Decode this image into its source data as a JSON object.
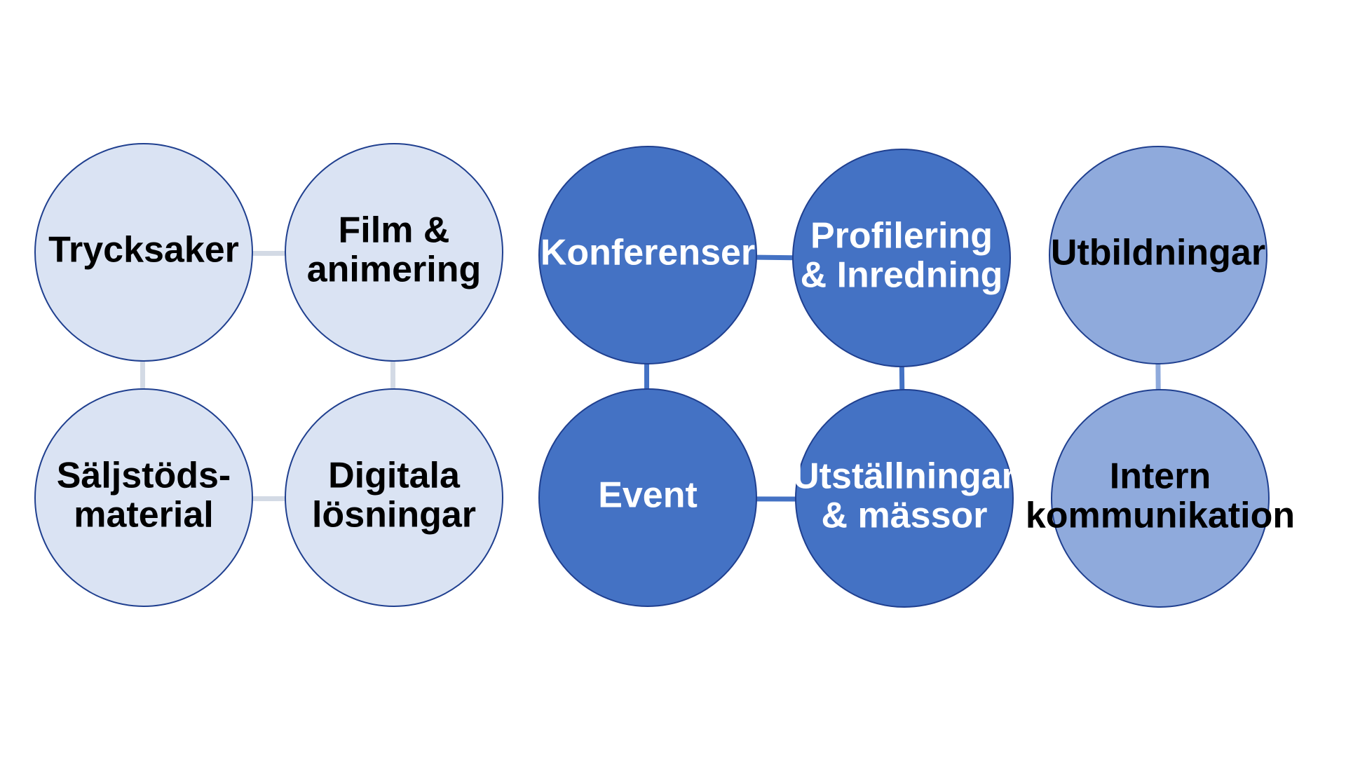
{
  "groups": [
    {
      "id": "group-print-media",
      "fill": "#DAE3F3",
      "text_color": "#000000",
      "connector_color": "#D3DAE5",
      "nodes": [
        {
          "id": "trycksaker",
          "lines": [
            "Trycksaker"
          ]
        },
        {
          "id": "film-animering",
          "lines": [
            "Film &",
            "animering"
          ]
        },
        {
          "id": "saljstodsmaterial",
          "lines": [
            "Säljstöds-",
            "material"
          ]
        },
        {
          "id": "digitala-losningar",
          "lines": [
            "Digitala",
            "lösningar"
          ]
        }
      ]
    },
    {
      "id": "group-events",
      "fill": "#4472C4",
      "text_color": "#FFFFFF",
      "connector_color": "#4472C4",
      "nodes": [
        {
          "id": "konferenser",
          "lines": [
            "Konferenser"
          ]
        },
        {
          "id": "profilering-inredning",
          "lines": [
            "Profilering",
            "& Inredning"
          ]
        },
        {
          "id": "event",
          "lines": [
            "Event"
          ]
        },
        {
          "id": "utstallningar-massor",
          "lines": [
            "Utställningar",
            "& mässor"
          ]
        }
      ]
    },
    {
      "id": "group-education",
      "fill": "#8FAADC",
      "text_color": "#000000",
      "connector_color": "#8FAADC",
      "nodes": [
        {
          "id": "utbildningar",
          "lines": [
            "Utbildningar"
          ]
        },
        {
          "id": "intern-kommunikation",
          "lines": [
            "Intern",
            "kommunikation"
          ]
        }
      ]
    }
  ]
}
